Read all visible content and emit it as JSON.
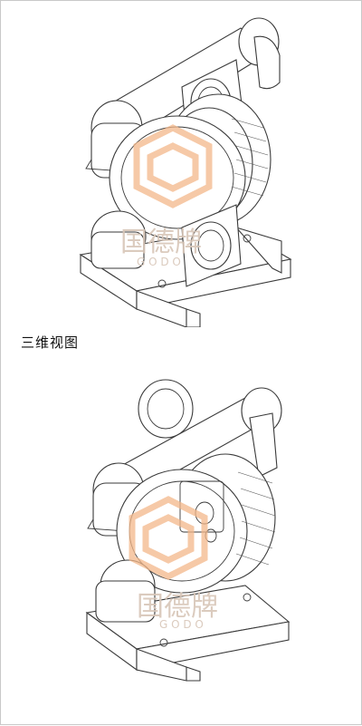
{
  "caption": "三维视图",
  "watermark": {
    "cn_text_1": "国德牌",
    "cn_text_2": "国德牌",
    "latin_text": "G O D O",
    "hex_color": "#f3b78a"
  }
}
